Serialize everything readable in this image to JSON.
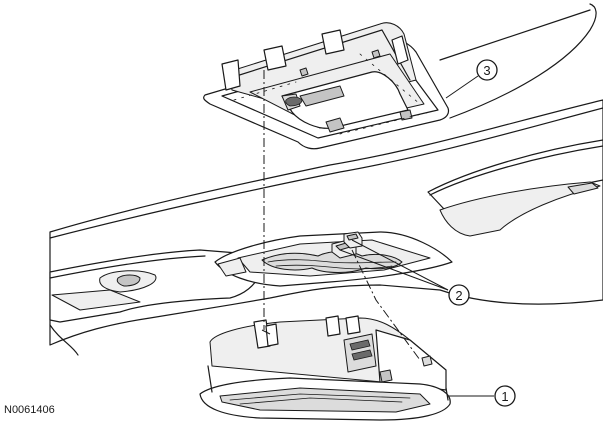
{
  "figure": {
    "id": "N0061406"
  },
  "callouts": [
    {
      "number": "1"
    },
    {
      "number": "2"
    },
    {
      "number": "3"
    }
  ]
}
